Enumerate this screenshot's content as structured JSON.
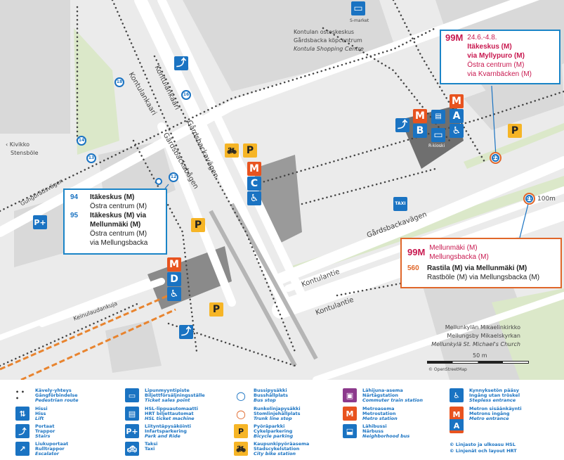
{
  "map": {
    "places": {
      "shopping_fi": "Kontulan ostoskeskus",
      "shopping_sv": "Gårdsbacka köpcentrum",
      "shopping_en": "Kontula Shopping Centre",
      "kivikko": "Kivikko",
      "stensbole": "Stensböle",
      "church_fi": "Mellunkylän Mikaelinkirkko",
      "church_sv": "Mellungsby Mikaelskyrkan",
      "church_en": "Mellunkylä St. Michael's Church",
      "smarket": "S-market",
      "rkioski": "R-kioski"
    },
    "streets": {
      "kontulankaari": "Kontulankaari",
      "gardsbackavagen": "Gårdsbackavägen",
      "gardsbackabagen": "Gårdsbackabågen",
      "gungbradsvagen": "Gungbrädsvägen",
      "kontulantie": "Kontulantie",
      "keinulaudankuja": "Keinulaudankuja"
    },
    "stops": [
      "18",
      "16",
      "14",
      "13",
      "12",
      "22",
      "21"
    ],
    "distance_21": "100m",
    "scale": "50 m",
    "osm": "© OpenStreetMap",
    "entrances": {
      "b": "B",
      "c": "C",
      "d": "D",
      "a": "A",
      "m": "M"
    },
    "taxi": "TAXI",
    "box_top": {
      "route": "99M",
      "dates": "24.6.-4.8.",
      "line1": "Itäkeskus (M)",
      "line2": "via Myllypuro (M)",
      "line3": "Östra centrum (M)",
      "line4": "via Kvarnbäcken (M)"
    },
    "box_left": {
      "r1": "94",
      "r1_fi": "Itäkeskus (M)",
      "r1_sv": "Östra centrum (M)",
      "r2": "95",
      "r2_fi1": "Itäkeskus (M) via",
      "r2_fi2": "Mellunmäki (M)",
      "r2_sv1": "Östra centrum (M)",
      "r2_sv2": "via Mellungsbacka"
    },
    "box_bottom": {
      "r1": "99M",
      "r1_fi": "Mellunmäki (M)",
      "r1_sv": "Mellungsbacka (M)",
      "r2": "560",
      "r2_fi": "Rastila (M) via Mellunmäki (M)",
      "r2_sv": "Rastböle (M) via Mellungsbacka (M)"
    },
    "colors": {
      "blue": "#1a73c2",
      "metro": "#e8531f",
      "bike": "#f6b526",
      "route99": "#c8184f",
      "trunk": "#e0672a"
    }
  },
  "legend": {
    "items": [
      {
        "icon": "pedestrian-route",
        "fi": "Kävely-yhteys",
        "sv": "Gångförbindelse",
        "en": "Pedestrian route"
      },
      {
        "icon": "lift",
        "fi": "Hissi",
        "sv": "Hiss",
        "en": "Lift"
      },
      {
        "icon": "stairs",
        "fi": "Portaat",
        "sv": "Trappor",
        "en": "Stairs"
      },
      {
        "icon": "escalator",
        "fi": "Liukuportaat",
        "sv": "Rulltrappor",
        "en": "Escalator"
      },
      {
        "icon": "ticket",
        "fi": "Lipunmyyntipiste",
        "sv": "Biljettförsäljningsställe",
        "en": "Ticket sales point"
      },
      {
        "icon": "ticket-machine",
        "fi": "HSL-lippuautomaatti",
        "sv": "HRT biljettautomat",
        "en": "HSL ticket machine"
      },
      {
        "icon": "park-ride",
        "fi": "Liityntäpysäköinti",
        "sv": "Infartsparkering",
        "en": "Park and Ride"
      },
      {
        "icon": "taxi",
        "fi": "Taksi",
        "sv": "Taxi",
        "en": ""
      },
      {
        "icon": "bus-stop",
        "fi": "Bussipysäkki",
        "sv": "Busshållplats",
        "en": "Bus stop"
      },
      {
        "icon": "trunk-stop",
        "fi": "Runkolinjapysäkki",
        "sv": "Stomlinjehållplats",
        "en": "Trunk line stop"
      },
      {
        "icon": "bike-parking",
        "fi": "Pyöräparkki",
        "sv": "Cykelparkering",
        "en": "Bicycle parking"
      },
      {
        "icon": "city-bike",
        "fi": "Kaupunkipyöräasema",
        "sv": "Stadscykelstation",
        "en": "City bike station"
      },
      {
        "icon": "train",
        "fi": "Lähijuna-asema",
        "sv": "Närtågstation",
        "en": "Commuter train station"
      },
      {
        "icon": "metro",
        "fi": "Metroasema",
        "sv": "Metrostation",
        "en": "Metro station"
      },
      {
        "icon": "neighbourhood-bus",
        "fi": "Lähibussi",
        "sv": "Närbuss",
        "en": "Neighborhood bus"
      },
      {
        "icon": "stepless",
        "fi": "Kynnyksetön pääsy",
        "sv": "Ingång utan tröskel",
        "en": "Stepless entrance"
      },
      {
        "icon": "metro-entrance",
        "fi": "Metron sisäänkäynti",
        "sv": "Metrons ingång",
        "en": "Metro entrance"
      }
    ],
    "copyright1": "© Linjasto ja ulkoasu HSL",
    "copyright2": "© Linjenät och layout HRT",
    "p_plus": "P+",
    "metro_small": "METRO",
    "taxi": "TAXI",
    "m": "M",
    "a": "A",
    "p": "P"
  }
}
